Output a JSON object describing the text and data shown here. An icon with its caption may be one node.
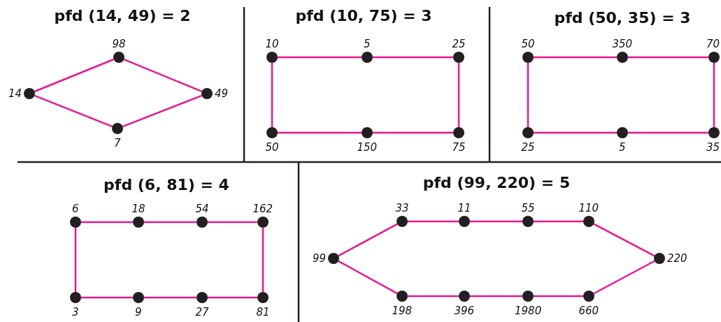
{
  "diagram": {
    "nodes": [
      {
        "text": [],
        "shape": "circle",
        "beside": [
          "98"
        ]
      },
      {
        "text": [],
        "shape": "circle",
        "beside": [
          "14"
        ]
      },
      {
        "text": [],
        "shape": "circle",
        "beside": [
          "49"
        ]
      },
      {
        "text": [],
        "shape": "circle",
        "beside": [
          "7"
        ]
      },
      {
        "text": [],
        "shape": "circle",
        "beside": [
          "10"
        ]
      },
      {
        "text": [],
        "shape": "circle",
        "beside": [
          "5"
        ]
      },
      {
        "text": [],
        "shape": "circle",
        "beside": [
          "25"
        ]
      },
      {
        "text": [],
        "shape": "circle",
        "beside": [
          "50"
        ]
      },
      {
        "text": [],
        "shape": "circle",
        "beside": [
          "150"
        ]
      },
      {
        "text": [],
        "shape": "circle",
        "beside": [
          "75"
        ]
      },
      {
        "text": [],
        "shape": "circle",
        "beside": [
          "50"
        ]
      },
      {
        "text": [],
        "shape": "circle",
        "beside": [
          "350"
        ]
      },
      {
        "text": [],
        "shape": "circle",
        "beside": [
          "70"
        ]
      },
      {
        "text": [],
        "shape": "circle",
        "beside": [
          "25"
        ]
      },
      {
        "text": [],
        "shape": "circle",
        "beside": [
          "5"
        ]
      },
      {
        "text": [],
        "shape": "circle",
        "beside": [
          "35"
        ]
      },
      {
        "text": [],
        "shape": "circle",
        "beside": [
          "6"
        ]
      },
      {
        "text": [],
        "shape": "circle",
        "beside": [
          "18"
        ]
      },
      {
        "text": [],
        "shape": "circle",
        "beside": [
          "54"
        ]
      },
      {
        "text": [],
        "shape": "circle",
        "beside": [
          "162"
        ]
      },
      {
        "text": [],
        "shape": "circle",
        "beside": [
          "3"
        ]
      },
      {
        "text": [],
        "shape": "circle",
        "beside": [
          "9"
        ]
      },
      {
        "text": [],
        "shape": "circle",
        "beside": [
          "27"
        ]
      },
      {
        "text": [],
        "shape": "circle",
        "beside": [
          "81"
        ]
      },
      {
        "text": [],
        "shape": "circle",
        "beside": [
          "99"
        ]
      },
      {
        "text": [],
        "shape": "circle",
        "beside": [
          "33"
        ]
      },
      {
        "text": [],
        "shape": "circle",
        "beside": [
          "11"
        ]
      },
      {
        "text": [],
        "shape": "circle",
        "beside": [
          "55"
        ]
      },
      {
        "text": [],
        "shape": "circle",
        "beside": [
          "110"
        ]
      },
      {
        "text": [],
        "shape": "circle",
        "beside": [
          "220"
        ]
      },
      {
        "text": [],
        "shape": "circle",
        "beside": [
          "198"
        ]
      },
      {
        "text": [],
        "shape": "circle",
        "beside": [
          "396"
        ]
      },
      {
        "text": [],
        "shape": "circle",
        "beside": [
          "1980"
        ]
      },
      {
        "text": [],
        "shape": "circle",
        "beside": [
          "660"
        ]
      }
    ],
    "edges": [
      {
        "from": 1,
        "to": 0,
        "arrow": "none"
      },
      {
        "from": 0,
        "to": 2,
        "arrow": "none"
      },
      {
        "from": 2,
        "to": 3,
        "arrow": "none"
      },
      {
        "from": 3,
        "to": 1,
        "arrow": "none"
      },
      {
        "from": 4,
        "to": 5,
        "arrow": "none"
      },
      {
        "from": 5,
        "to": 6,
        "arrow": "none"
      },
      {
        "from": 6,
        "to": 9,
        "arrow": "none"
      },
      {
        "from": 9,
        "to": 8,
        "arrow": "none"
      },
      {
        "from": 8,
        "to": 7,
        "arrow": "none"
      },
      {
        "from": 7,
        "to": 4,
        "arrow": "none"
      },
      {
        "from": 10,
        "to": 11,
        "arrow": "none"
      },
      {
        "from": 11,
        "to": 12,
        "arrow": "none"
      },
      {
        "from": 12,
        "to": 15,
        "arrow": "none"
      },
      {
        "from": 15,
        "to": 14,
        "arrow": "none"
      },
      {
        "from": 14,
        "to": 13,
        "arrow": "none"
      },
      {
        "from": 13,
        "to": 10,
        "arrow": "none"
      },
      {
        "from": 16,
        "to": 17,
        "arrow": "none"
      },
      {
        "from": 17,
        "to": 18,
        "arrow": "none"
      },
      {
        "from": 18,
        "to": 19,
        "arrow": "none"
      },
      {
        "from": 19,
        "to": 23,
        "arrow": "none"
      },
      {
        "from": 23,
        "to": 22,
        "arrow": "none"
      },
      {
        "from": 22,
        "to": 21,
        "arrow": "none"
      },
      {
        "from": 21,
        "to": 20,
        "arrow": "none"
      },
      {
        "from": 20,
        "to": 16,
        "arrow": "none"
      },
      {
        "from": 24,
        "to": 25,
        "arrow": "none"
      },
      {
        "from": 25,
        "to": 26,
        "arrow": "none"
      },
      {
        "from": 26,
        "to": 27,
        "arrow": "none"
      },
      {
        "from": 27,
        "to": 28,
        "arrow": "none"
      },
      {
        "from": 28,
        "to": 29,
        "arrow": "none"
      },
      {
        "from": 29,
        "to": 33,
        "arrow": "none"
      },
      {
        "from": 33,
        "to": 32,
        "arrow": "none"
      },
      {
        "from": 32,
        "to": 31,
        "arrow": "none"
      },
      {
        "from": 31,
        "to": 30,
        "arrow": "none"
      },
      {
        "from": 30,
        "to": 24,
        "arrow": "none"
      }
    ],
    "labels": [
      "pfd (14, 49) = 2",
      "pfd (10, 75) = 3",
      "pfd (50, 35) = 3",
      "pfd (6, 81) = 4",
      "pfd (99, 220) = 5"
    ]
  }
}
